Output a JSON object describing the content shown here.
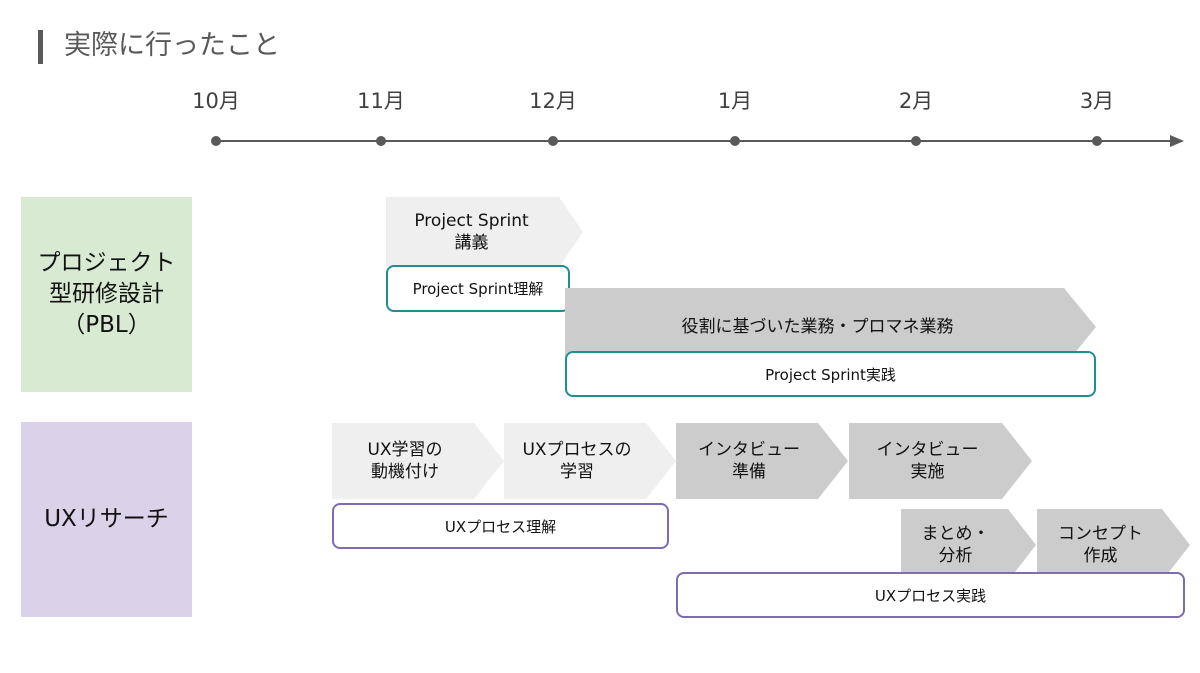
{
  "title": "実際に行ったこと",
  "timeline": {
    "months": [
      "10月",
      "11月",
      "12月",
      "1月",
      "2月",
      "3月"
    ]
  },
  "categories": {
    "pbl": "プロジェクト\n型研修設計\n（PBL）",
    "ux": "UXリサーチ"
  },
  "activities": {
    "ps_lecture": "Project Sprint\n講義",
    "roles_work": "役割に基づいた業務・プロマネ業務",
    "ux_motivation": "UX学習の\n動機付け",
    "ux_process_learning": "UXプロセスの\n学習",
    "interview_prep": "インタビュー\n準備",
    "interview_exec": "インタビュー\n実施",
    "summary_analysis": "まとめ・\n分析",
    "concept_creation": "コンセプト\n作成"
  },
  "outcomes": {
    "ps_understanding": "Project Sprint理解",
    "ps_practice": "Project Sprint実践",
    "ux_understanding": "UXプロセス理解",
    "ux_practice": "UXプロセス実践"
  },
  "colors": {
    "pbl_category_bg": "#d9ead3",
    "ux_category_bg": "#d9d2e9",
    "chevron_light": "#efefef",
    "chevron_dark": "#cccccc",
    "teal_outline": "#1f8f94",
    "purple_outline": "#7e6bb0",
    "axis": "#595959"
  }
}
